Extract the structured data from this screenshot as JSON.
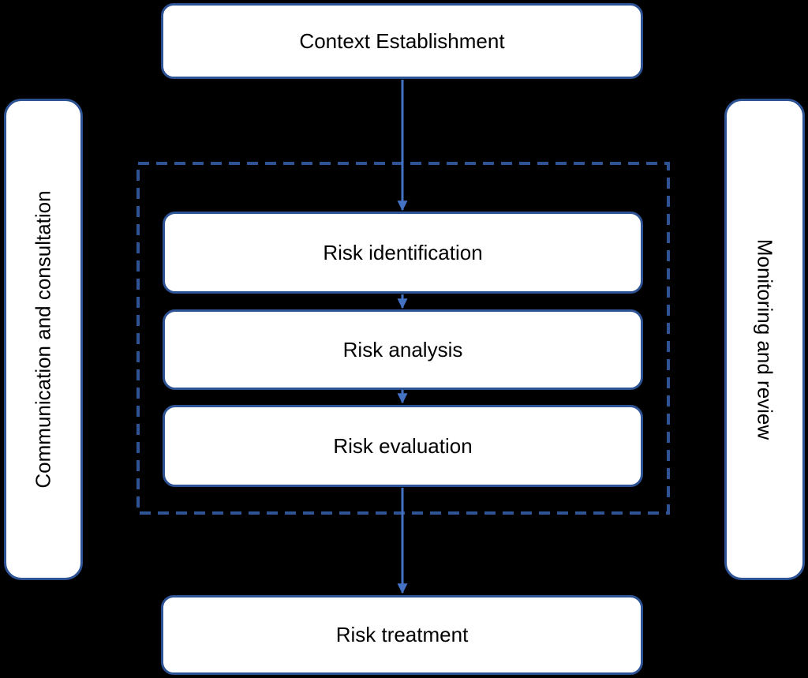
{
  "diagram": {
    "nodes": {
      "context": "Context Establishment",
      "communication": "Communication and consultation",
      "monitoring": "Monitoring and review",
      "identification": "Risk identification",
      "analysis": "Risk analysis",
      "evaluation": "Risk evaluation",
      "treatment": "Risk treatment"
    },
    "colors": {
      "background": "#000000",
      "box_fill": "#ffffff",
      "box_border": "#2e5395",
      "dashed_border": "#2f5496",
      "arrow": "#4472c4",
      "text": "#000000"
    }
  }
}
